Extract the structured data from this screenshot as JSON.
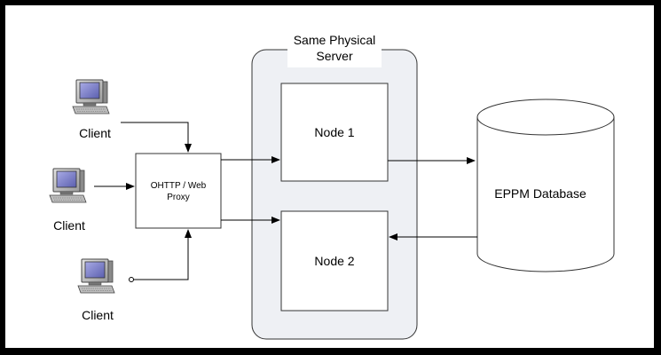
{
  "clients": [
    {
      "label": "Client"
    },
    {
      "label": "Client"
    },
    {
      "label": "Client"
    }
  ],
  "proxy": {
    "line1": "OHTTP / Web",
    "line2": "Proxy"
  },
  "server": {
    "line1": "Same Physical",
    "line2": "Server"
  },
  "nodes": [
    {
      "label": "Node 1"
    },
    {
      "label": "Node 2"
    }
  ],
  "database": {
    "label": "EPPM Database"
  },
  "colors": {
    "server_fill": "#eef0f4",
    "screen_blue": "#7d80c8",
    "monitor_gray": "#c8c8c8"
  }
}
